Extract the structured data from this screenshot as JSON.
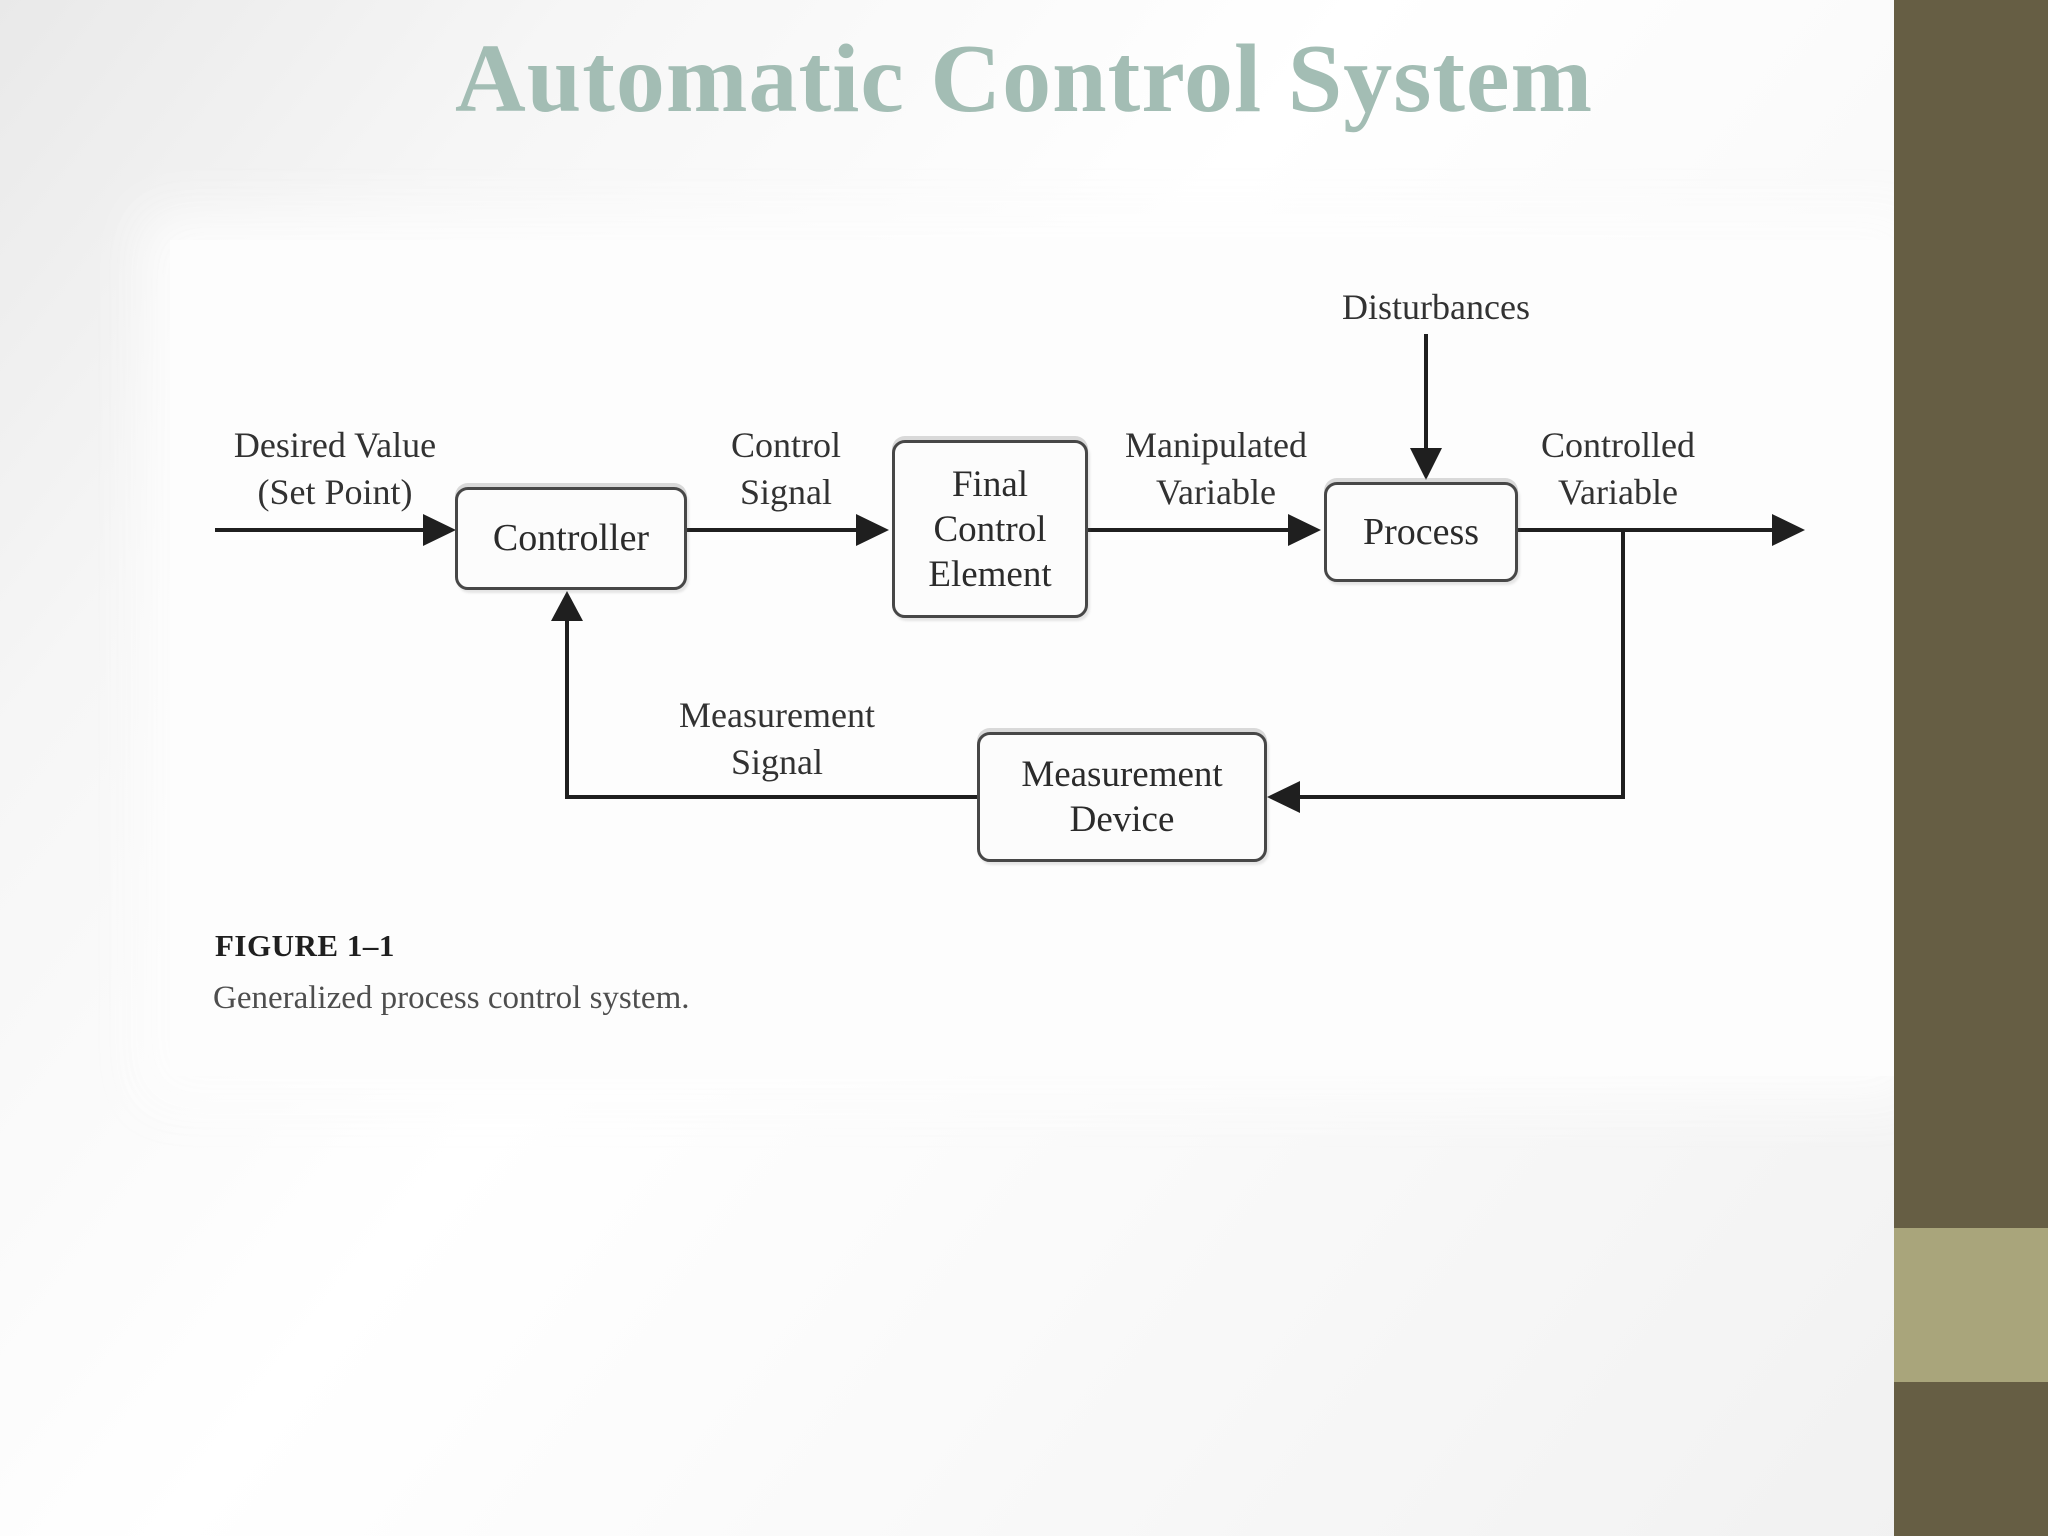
{
  "title": {
    "text": "Automatic Control System"
  },
  "diagram": {
    "blocks": {
      "controller": {
        "label": "Controller"
      },
      "final_control_element": {
        "line1": "Final",
        "line2": "Control",
        "line3": "Element"
      },
      "process": {
        "label": "Process"
      },
      "measurement_device": {
        "line1": "Measurement",
        "line2": "Device"
      }
    },
    "labels": {
      "desired_value": {
        "line1": "Desired Value",
        "line2": "(Set Point)"
      },
      "control_signal": {
        "line1": "Control",
        "line2": "Signal"
      },
      "manipulated_variable": {
        "line1": "Manipulated",
        "line2": "Variable"
      },
      "disturbances": {
        "text": "Disturbances"
      },
      "controlled_variable": {
        "line1": "Controlled",
        "line2": "Variable"
      },
      "measurement_signal": {
        "line1": "Measurement",
        "line2": "Signal"
      }
    }
  },
  "caption": {
    "figure_label": "FIGURE 1–1",
    "description": "Generalized process control system."
  },
  "colors": {
    "title": "#a3bdb4",
    "line": "#1f1f1f",
    "box_border": "#474747",
    "sidebar_dark": "#665e44",
    "sidebar_light": "#a9a57b",
    "background": "#f6f6f6"
  }
}
